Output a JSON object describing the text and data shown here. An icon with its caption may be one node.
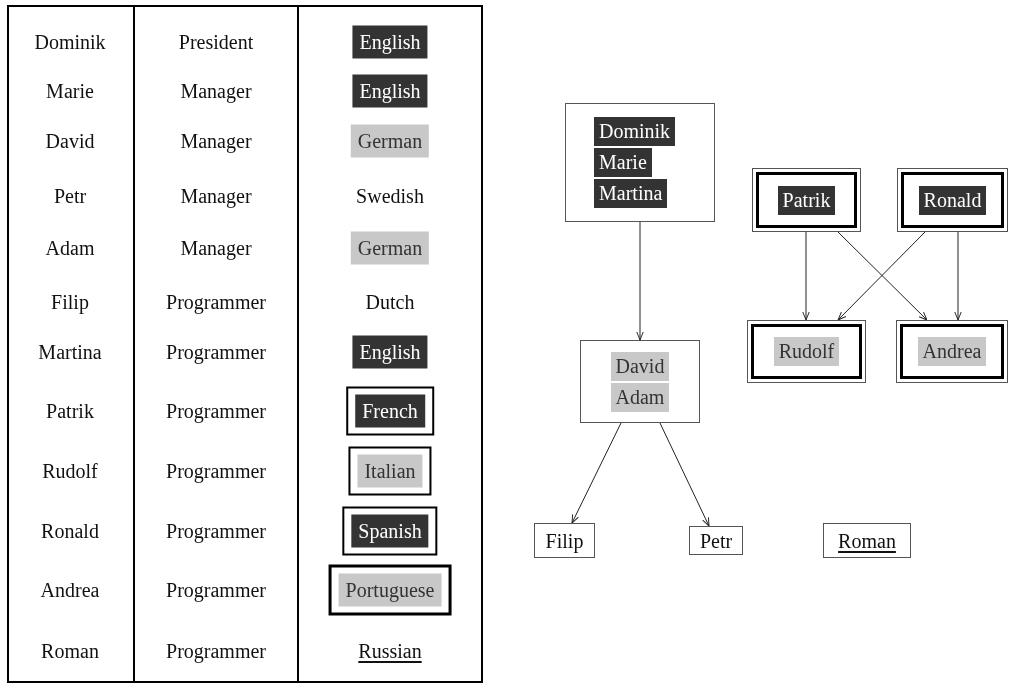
{
  "diagram": {
    "nodes": [
      {
        "text": [
          "Dominik",
          "Marie",
          "Martina"
        ]
      },
      {
        "text": [
          "Patrik"
        ]
      },
      {
        "text": [
          "Ronald"
        ]
      },
      {
        "text": [
          "David",
          "Adam"
        ]
      },
      {
        "text": [
          "Rudolf"
        ]
      },
      {
        "text": [
          "Andrea"
        ]
      },
      {
        "text": [
          "Filip"
        ]
      },
      {
        "text": [
          "Petr"
        ]
      },
      {
        "text": [
          "Roman"
        ]
      }
    ],
    "edges": [
      {
        "from": 0,
        "to": 3,
        "arrow": "to"
      },
      {
        "from": 1,
        "to": 4,
        "arrow": "to"
      },
      {
        "from": 1,
        "to": 5,
        "arrow": "to"
      },
      {
        "from": 2,
        "to": 4,
        "arrow": "to"
      },
      {
        "from": 2,
        "to": 5,
        "arrow": "to"
      },
      {
        "from": 3,
        "to": 6,
        "arrow": "to"
      },
      {
        "from": 3,
        "to": 7,
        "arrow": "to"
      }
    ],
    "labels": [
      "Dominik",
      "President",
      "English",
      "Marie",
      "Manager",
      "English",
      "David",
      "Manager",
      "German",
      "Petr",
      "Manager",
      "Swedish",
      "Adam",
      "Manager",
      "German",
      "Filip",
      "Programmer",
      "Dutch",
      "Martina",
      "Programmer",
      "English",
      "Patrik",
      "Programmer",
      "French",
      "Rudolf",
      "Programmer",
      "Italian",
      "Ronald",
      "Programmer",
      "Spanish",
      "Andrea",
      "Programmer",
      "Portuguese",
      "Roman",
      "Programmer",
      "Russian"
    ]
  }
}
